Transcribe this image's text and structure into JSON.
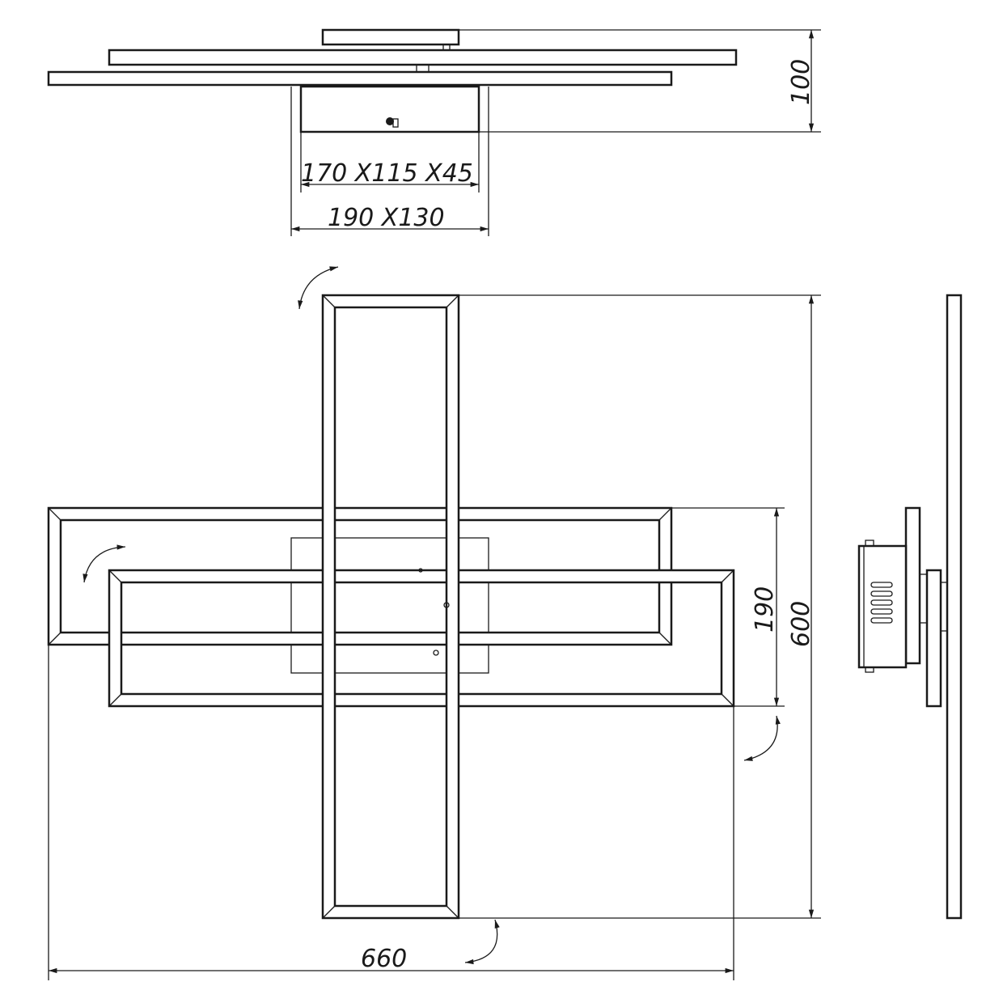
{
  "dimensions": {
    "height_total": "100",
    "box_inner": "170 X115 X45",
    "box_outer": "190 X130",
    "frame_width": "190",
    "height_600": "600",
    "width_660": "660"
  },
  "colors": {
    "line": "#1a1a1a",
    "background": "#ffffff"
  }
}
